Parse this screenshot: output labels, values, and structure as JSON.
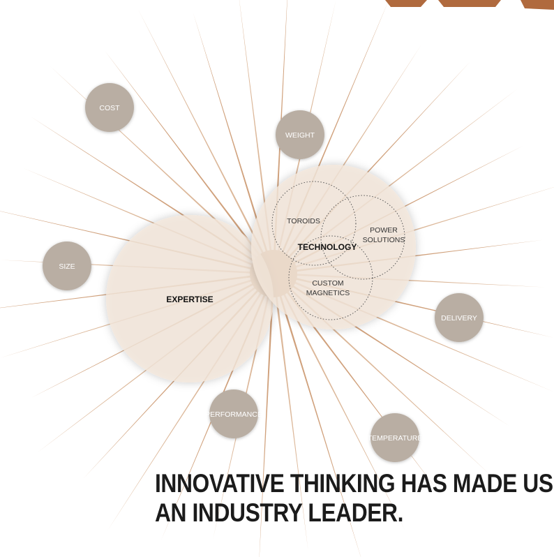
{
  "colors": {
    "spike": "#d0a17c",
    "spike_light": "#dcb89a",
    "factor_circle": "#b9aea3",
    "factor_text": "#ffffff",
    "main_circle": "#f3e7dc",
    "dark_text": "#111111",
    "accent_top": "#b06a3e"
  },
  "factors": {
    "cost": "COST",
    "weight": "WEIGHT",
    "size": "SIZE",
    "delivery": "DELIVERY",
    "performance": "PERFORMANCE",
    "temperature": "TEMPERATURE"
  },
  "main": {
    "expertise": "EXPERTISE",
    "technology": "TECHNOLOGY"
  },
  "technology_items": {
    "toroids": "TOROIDS",
    "power_line1": "POWER",
    "power_line2": "SOLUTIONS",
    "custom_line1": "CUSTOM",
    "custom_line2": "MAGNETICS"
  },
  "headline": {
    "line1": "INNOVATIVE THINKING HAS MADE US",
    "line2": "AN INDUSTRY LEADER."
  }
}
